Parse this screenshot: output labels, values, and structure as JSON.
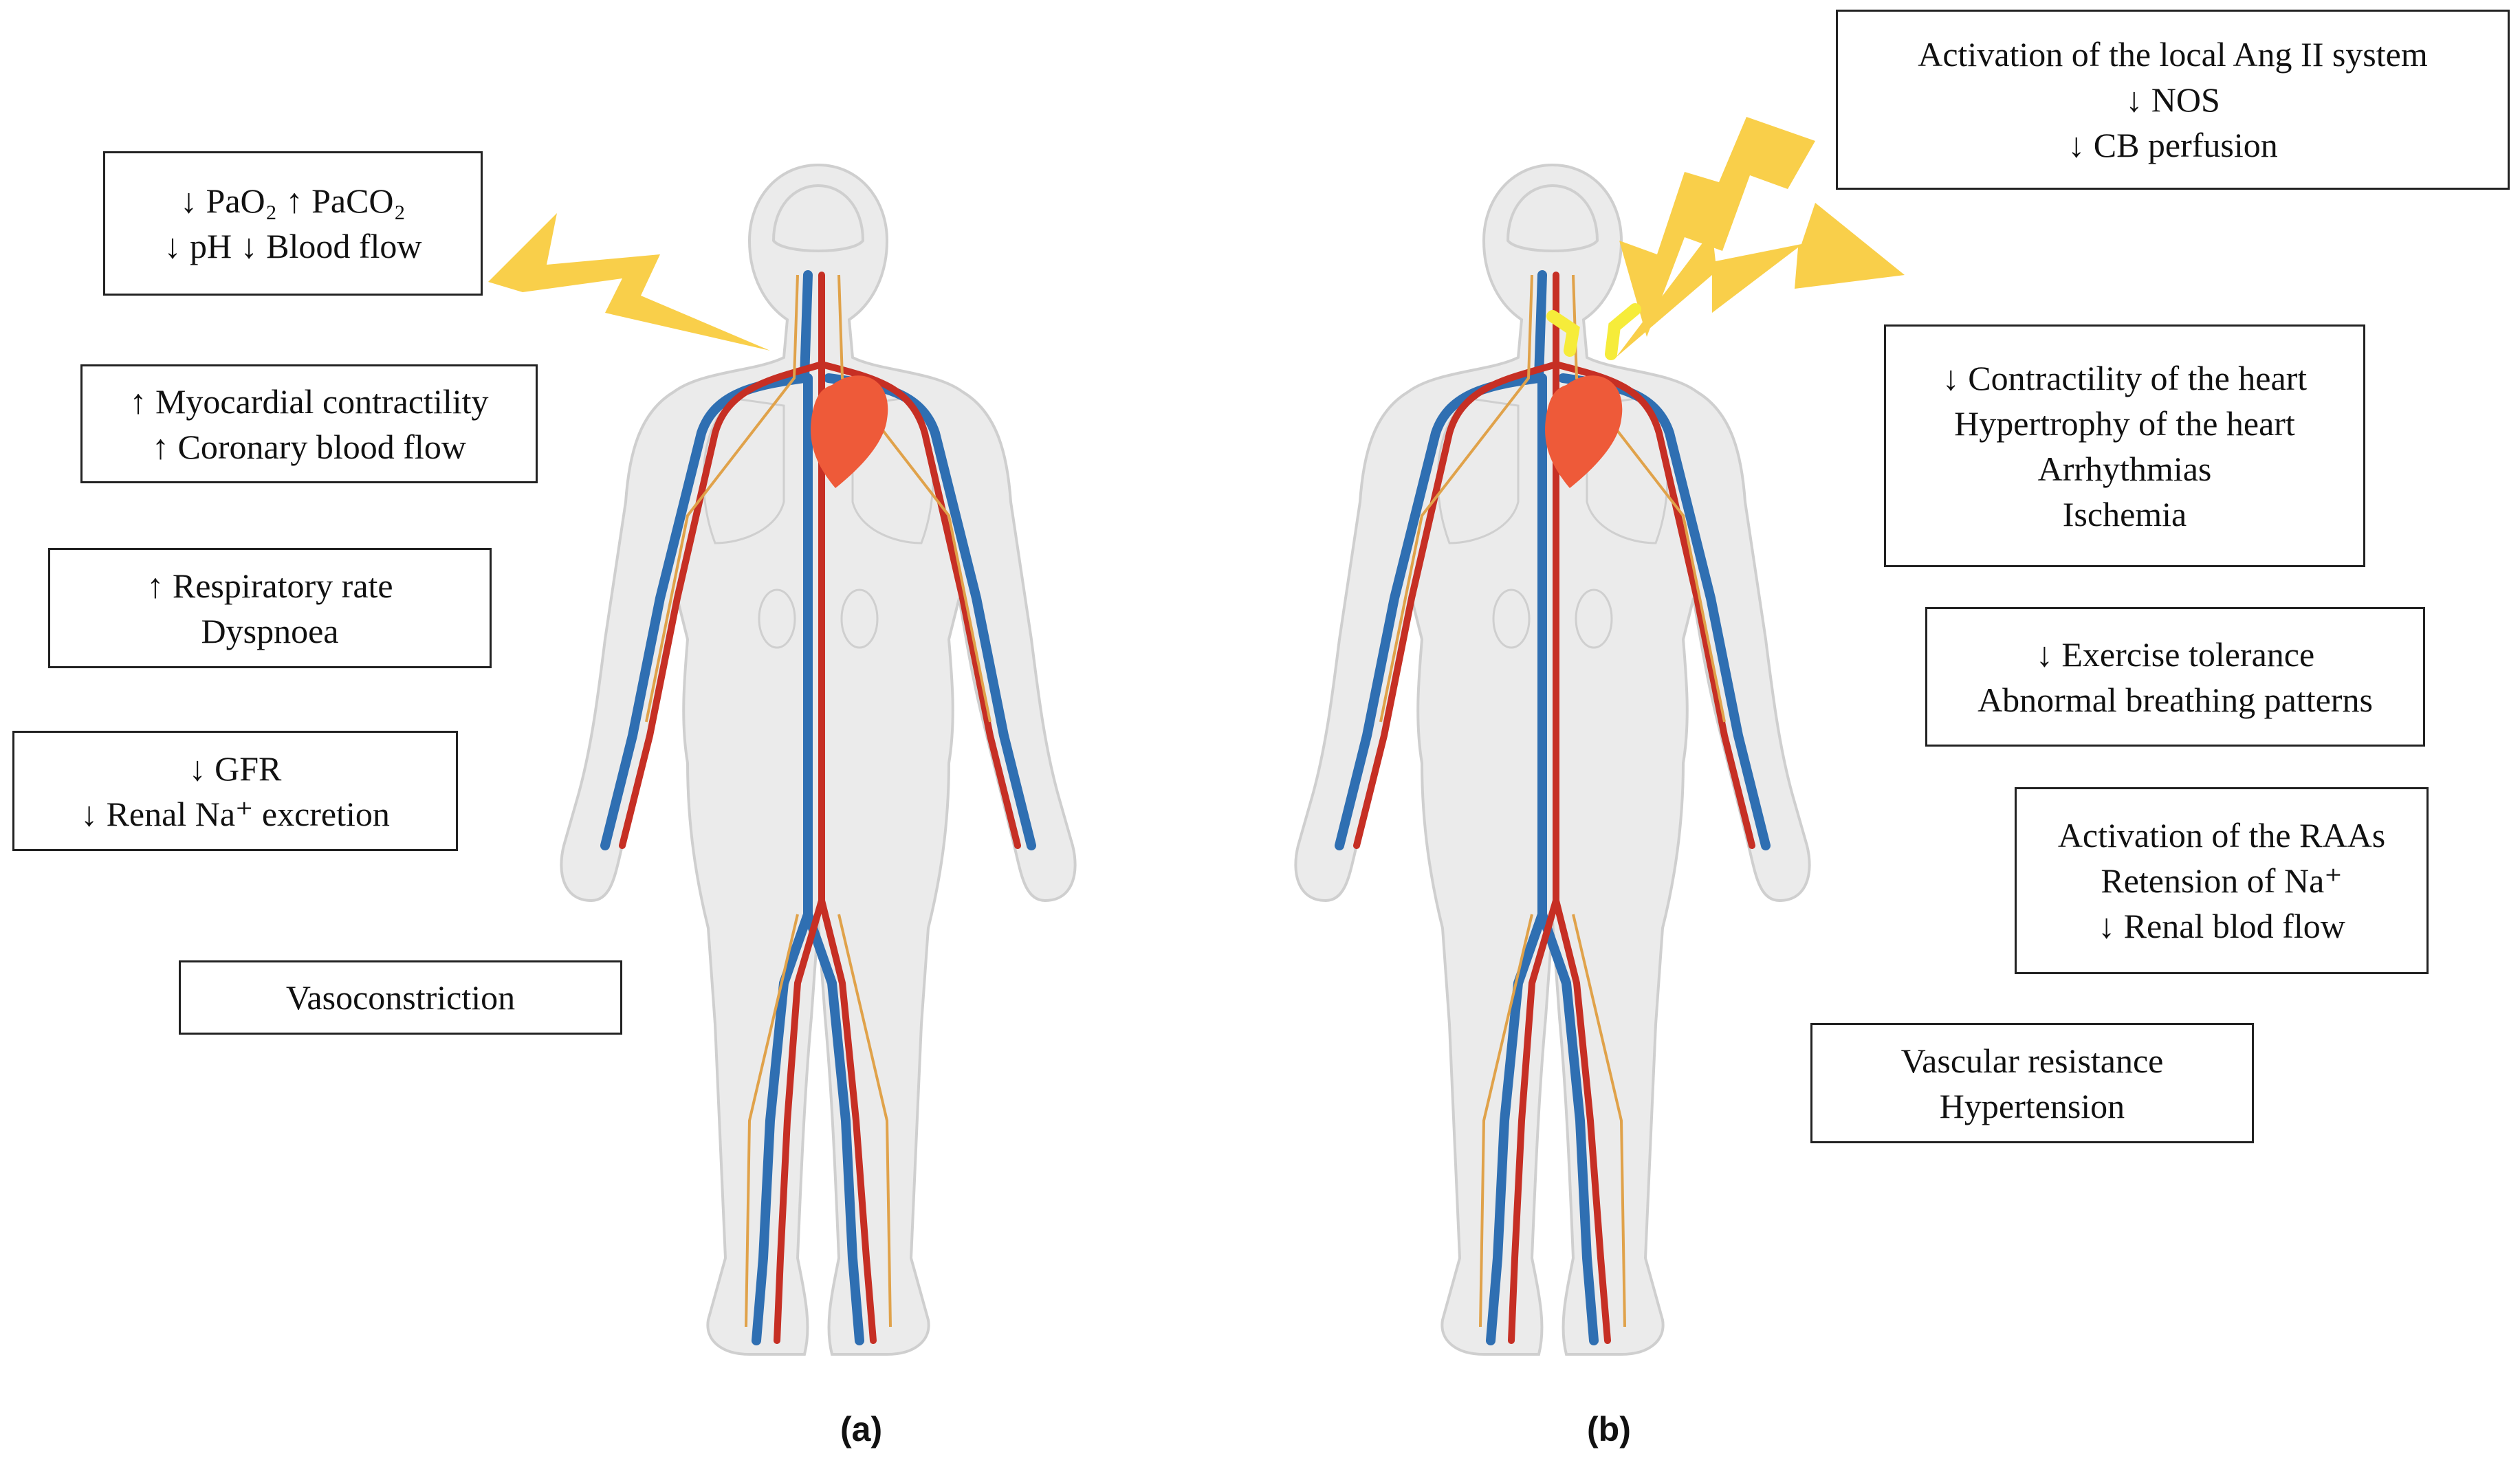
{
  "colors": {
    "artery": "#c62f24",
    "vein": "#2f6fb2",
    "nerve": "#e0a24a",
    "body_fill": "#ebebeb",
    "body_outline": "#cfcfcf",
    "heart": "#ee5a39",
    "bolt": "#f9cf4a",
    "bolt_accent": "#f6ec3a"
  },
  "icons": [
    "human-circulatory-figure",
    "heart-icon",
    "lightning-bolt-icon",
    "kidney-icon",
    "brain-icon"
  ],
  "panel_a": {
    "label": "(a)",
    "boxes": [
      {
        "name": "box-blood-gases",
        "lines": [
          "↓ PaO₂ ↑ PaCO₂",
          "↓ pH ↓ Blood flow"
        ]
      },
      {
        "name": "box-myocardial",
        "lines": [
          "↑ Myocardial contractility",
          "↑ Coronary blood flow"
        ]
      },
      {
        "name": "box-respiratory",
        "lines": [
          "↑ Respiratory rate",
          "Dyspnoea"
        ]
      },
      {
        "name": "box-renal",
        "lines": [
          "↓ GFR",
          "↓ Renal Na⁺ excretion"
        ]
      },
      {
        "name": "box-vasoconstriction",
        "lines": [
          "Vasoconstriction"
        ]
      }
    ]
  },
  "panel_b": {
    "label": "(b)",
    "boxes": [
      {
        "name": "box-ang-ii",
        "lines": [
          "Activation of the local Ang II system",
          "↓ NOS",
          "↓ CB perfusion"
        ]
      },
      {
        "name": "box-heart",
        "lines": [
          "↓ Contractility of the heart",
          "Hypertrophy of the heart",
          "Arrhythmias",
          "Ischemia"
        ]
      },
      {
        "name": "box-exercise",
        "lines": [
          "↓ Exercise tolerance",
          "Abnormal breathing patterns"
        ]
      },
      {
        "name": "box-raas",
        "lines": [
          "Activation of the RAAs",
          "Retension of Na⁺",
          "↓ Renal blod flow"
        ]
      },
      {
        "name": "box-vascular",
        "lines": [
          "Vascular resistance",
          "Hypertension"
        ]
      }
    ]
  }
}
